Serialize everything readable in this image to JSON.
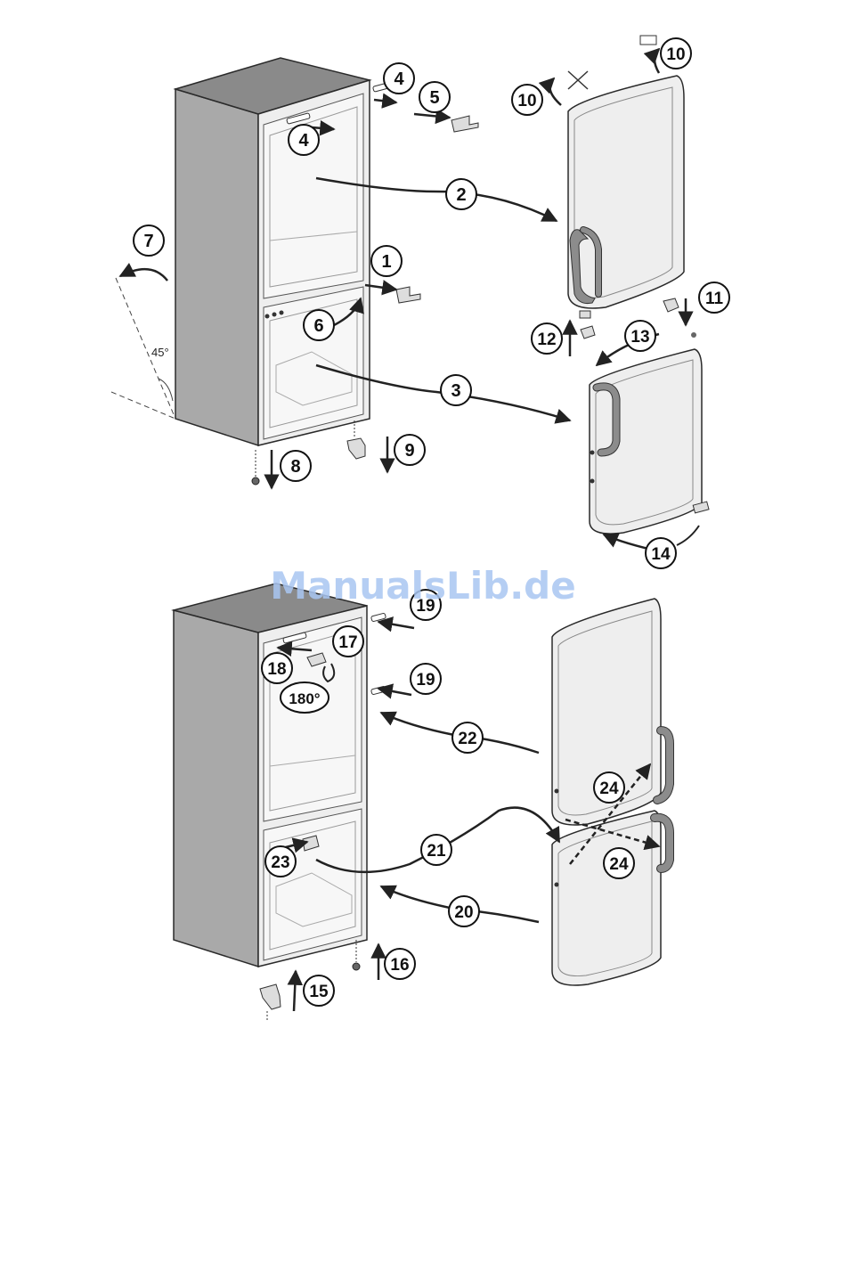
{
  "watermark": "ManualsLib.de",
  "angle_label": "45°",
  "rotation_label": "180°",
  "colors": {
    "cabinet_side": "#a9a9a9",
    "cabinet_top": "#8a8a8a",
    "panel": "#eeeeee",
    "inner": "#f7f7f7",
    "handle": "#8c8c8c",
    "outline": "#2a2a2a",
    "watermark": "#a9c6f2"
  },
  "step_labels": {
    "s1": "1",
    "s2": "2",
    "s3": "3",
    "s4a": "4",
    "s4b": "4",
    "s5": "5",
    "s6": "6",
    "s7": "7",
    "s8": "8",
    "s9": "9",
    "s10a": "10",
    "s10b": "10",
    "s11": "11",
    "s12": "12",
    "s13": "13",
    "s14": "14",
    "s15": "15",
    "s16": "16",
    "s17": "17",
    "s18": "18",
    "s19a": "19",
    "s19b": "19",
    "s20": "20",
    "s21": "21",
    "s22": "22",
    "s23": "23",
    "s24a": "24",
    "s24b": "24"
  }
}
